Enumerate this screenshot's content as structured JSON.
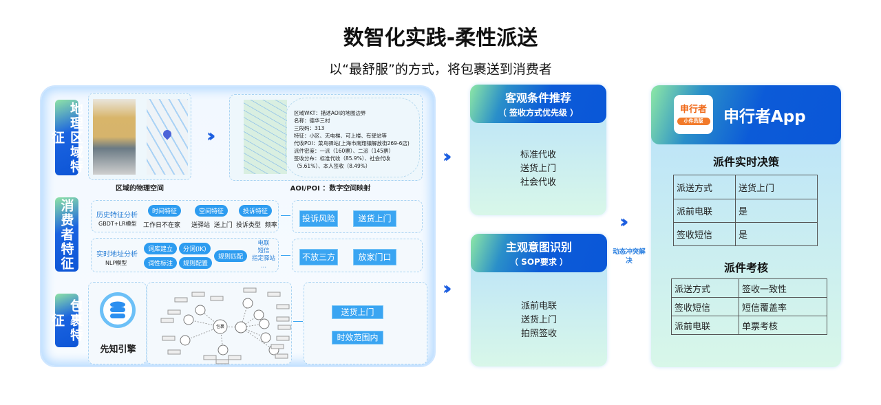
{
  "title": "数智化实践-柔性派送",
  "subtitle": "以“最舒服”的方式，将包裹送到消费者",
  "left": {
    "geo": {
      "label": "地理区域特征",
      "physical_caption": "区域的物理空间",
      "digital_caption": "AOI/POI ：数字空间映射",
      "info": [
        "区域WKT：描述AOI的地图边界",
        "名称：德华三村",
        "三段码：313",
        "特征：小区、无电梯、可上楼、有驿站等",
        "代收POI：菜鸟驿站(上海市南翔镇解放街269-6店)",
        "派件密度：一派（160票）、二派（145票）",
        "签收分布：标准代收（85.9%）、社会代收（5.61%）、本人签收（8.49%）"
      ]
    },
    "consumer": {
      "label": "消费者特征",
      "history": {
        "title": "历史特征分析",
        "model": "GBDT+LR模型",
        "groups": [
          {
            "tag": "时间特征",
            "items": "工作日不在家"
          },
          {
            "tag": "空间特征",
            "items": "送驿站  送上门"
          },
          {
            "tag": "投诉特征",
            "items": "投诉类型  频率"
          }
        ],
        "outputs": [
          "投诉风险",
          "送货上门"
        ]
      },
      "realtime": {
        "title": "实时地址分析",
        "model": "NLP模型",
        "steps": [
          "词库建立",
          "分词(IK)",
          "词性标注",
          "规则配置",
          "规则匹配"
        ],
        "results": [
          "电联",
          "短信",
          "指定驿站",
          "..."
        ],
        "outputs": [
          "不放三方",
          "放家门口"
        ]
      }
    },
    "package": {
      "label": "包裹特征",
      "engine": "先知引擎",
      "center": "包裹",
      "outputs": [
        "送货上门",
        "时效范围内"
      ]
    }
  },
  "middle": {
    "objective": {
      "title": "客观条件推荐",
      "subtitle": "（ 签收方式优先级 ）",
      "items": [
        "标准代收",
        "送货上门",
        "社会代收"
      ]
    },
    "subjective": {
      "title": "主观意图识别",
      "subtitle": "（ SOP要求 ）",
      "items": [
        "派前电联",
        "送货上门",
        "拍照签收"
      ]
    },
    "conflict": "动态冲突解决"
  },
  "app": {
    "logo_text": "申行者",
    "logo_sub": "小件员版",
    "title": "申行者App",
    "decision": {
      "title": "派件实时决策",
      "rows": [
        [
          "派送方式",
          "送货上门"
        ],
        [
          "派前电联",
          "是"
        ],
        [
          "签收短信",
          "是"
        ]
      ]
    },
    "assessment": {
      "title": "派件考核",
      "rows": [
        [
          "派送方式",
          "签收一致性"
        ],
        [
          "签收短信",
          "短信覆盖率"
        ],
        [
          "派前电联",
          "单票考核"
        ]
      ]
    }
  },
  "colors": {
    "accent": "#0c5bd8",
    "button": "#3aa5f2"
  }
}
